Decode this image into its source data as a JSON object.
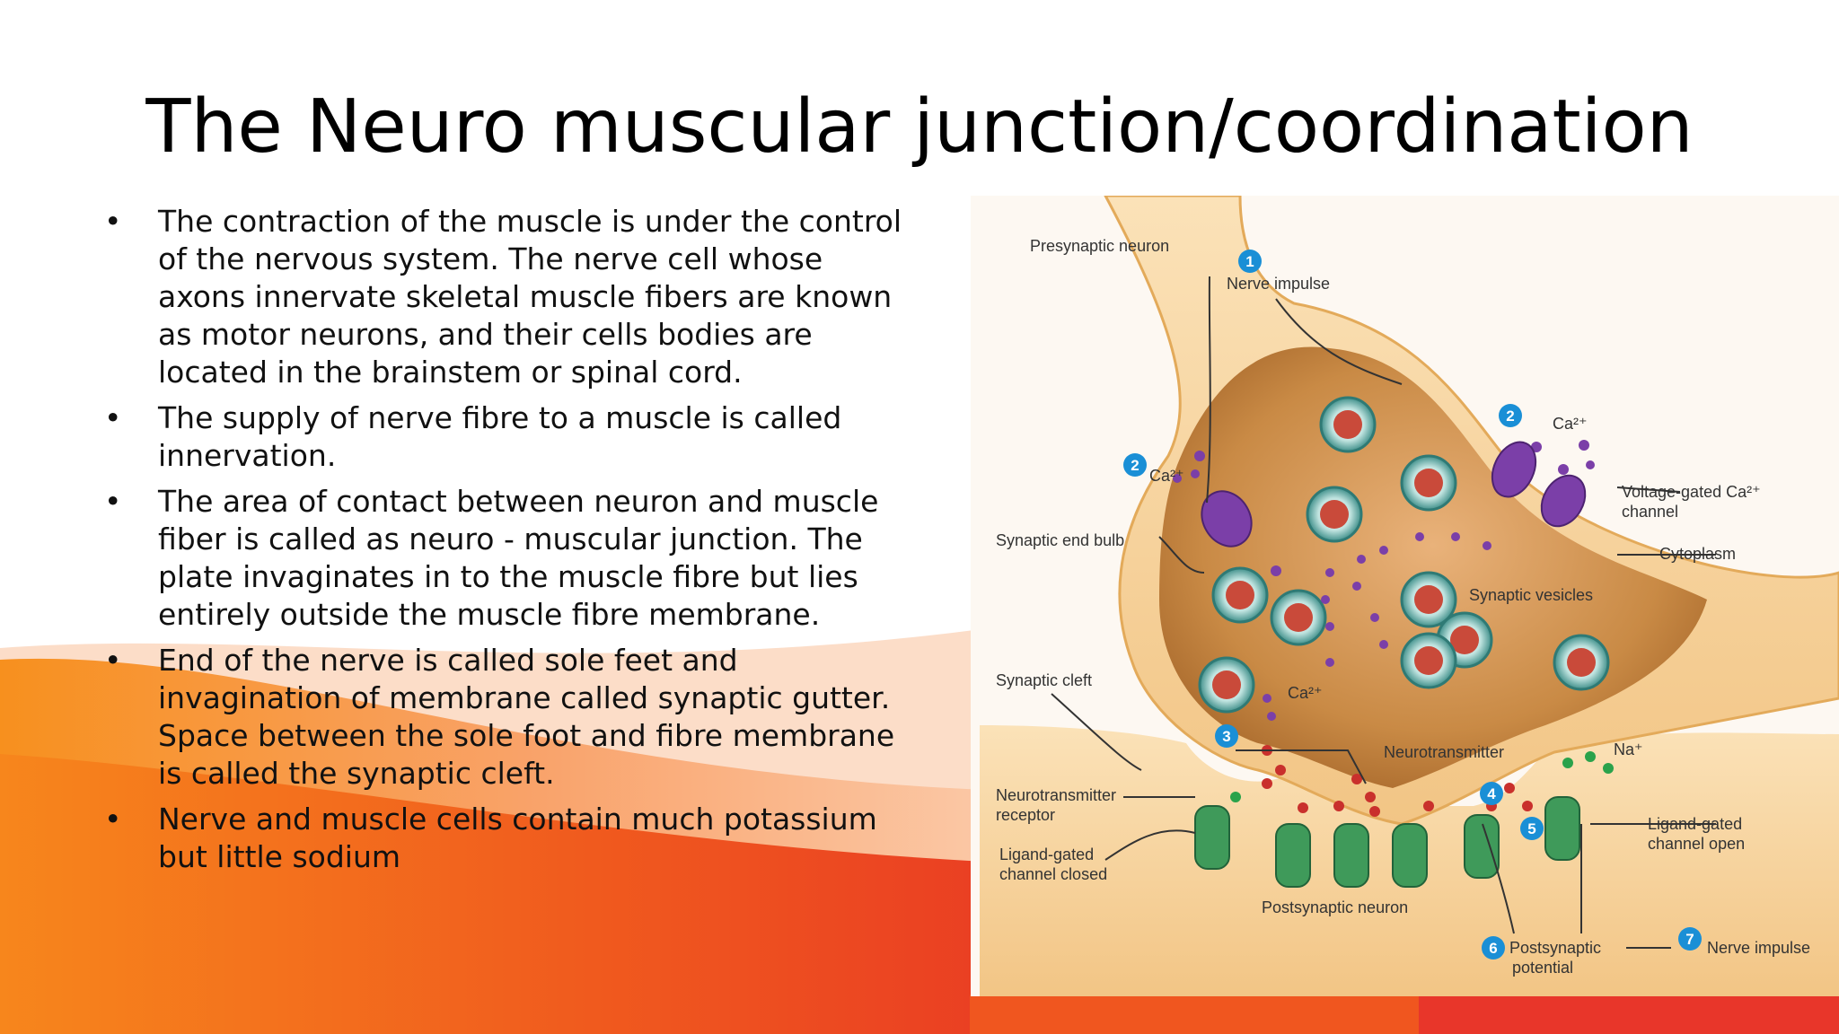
{
  "slide": {
    "title": "The Neuro muscular junction/coordination",
    "bullet_glyph": "•",
    "bullets": [
      "The contraction of the muscle is under the control of the nervous system. The nerve cell whose axons innervate skeletal muscle fibers are known as motor neurons, and their cells bodies are located in the brainstem or spinal cord.",
      "The supply of nerve fibre to a muscle is called innervation.",
      "The area of contact between neuron and muscle fiber is called as neuro - muscular junction. The plate invaginates in to the muscle fibre but lies entirely outside the muscle fibre membrane.",
      "End of the nerve is called sole feet and invagination of membrane called synaptic gutter. Space between the sole foot and fibre membrane is called the synaptic cleft.",
      "Nerve and muscle cells contain much potassium but little sodium"
    ]
  },
  "diagram": {
    "labels": {
      "presynaptic_neuron": "Presynaptic neuron",
      "nerve_impulse_top": "Nerve impulse",
      "ca_left": "Ca²⁺",
      "ca_right": "Ca²⁺",
      "ca_low": "Ca²⁺",
      "voltage_gated_1": "Voltage-gated Ca²⁺",
      "voltage_gated_2": "channel",
      "synaptic_end_bulb": "Synaptic end bulb",
      "cytoplasm": "Cytoplasm",
      "synaptic_vesicles": "Synaptic vesicles",
      "synaptic_cleft": "Synaptic cleft",
      "neurotransmitter": "Neurotransmitter",
      "na": "Na⁺",
      "nt_receptor_1": "Neurotransmitter",
      "nt_receptor_2": "receptor",
      "lg_closed_1": "Ligand-gated",
      "lg_closed_2": "channel closed",
      "lg_open_1": "Ligand-gated",
      "lg_open_2": "channel open",
      "postsynaptic_neuron": "Postsynaptic neuron",
      "postsynaptic_potential_1": "Postsynaptic",
      "postsynaptic_potential_2": "potential",
      "nerve_impulse_bottom": "Nerve impulse"
    },
    "steps": [
      "1",
      "2",
      "2",
      "3",
      "4",
      "5",
      "6",
      "7"
    ],
    "colors": {
      "axon": "#f0c27a",
      "cytoplasm": "#c98a45",
      "vesicle": "#c94a3a",
      "channel": "#7b3fa8",
      "receptor": "#3f9a5a",
      "step_badge": "#1a8fd6"
    }
  },
  "theme": {
    "accent_orange": "#f26b1d",
    "accent_red": "#e8362a"
  }
}
